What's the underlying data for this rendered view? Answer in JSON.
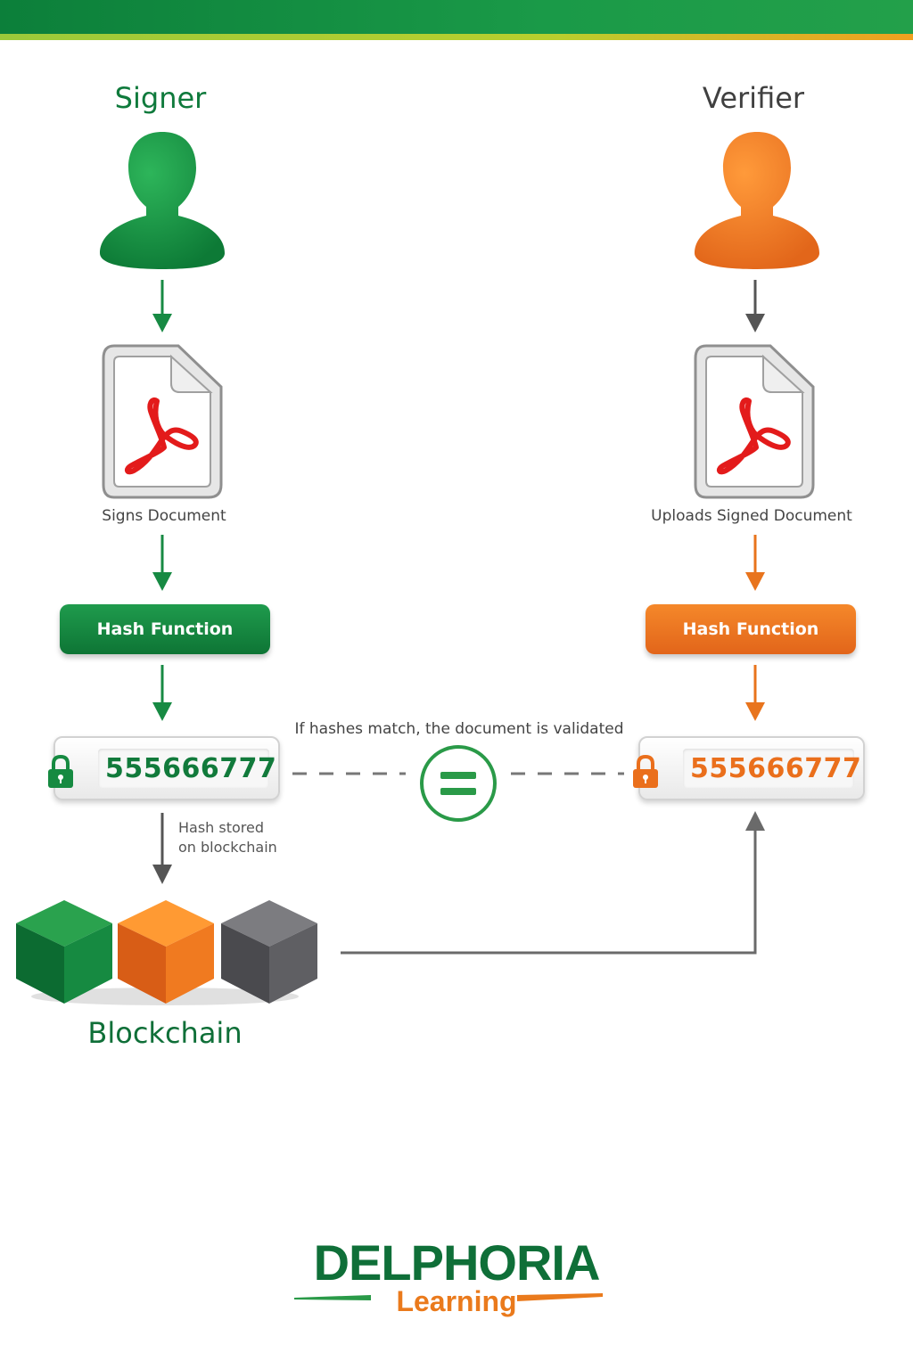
{
  "signer": {
    "title": "Signer",
    "step_caption": "Signs Document",
    "hash_button": "Hash Function",
    "hash_value": "555666777",
    "color": "#0f7a3c"
  },
  "verifier": {
    "title": "Verifier",
    "step_caption": "Uploads Signed Document",
    "hash_button": "Hash Function",
    "hash_value": "555666777",
    "color": "#ea6f1c"
  },
  "comparison": {
    "caption": "If hashes match, the document is validated",
    "icon": "equals-icon"
  },
  "blockchain": {
    "label": "Blockchain",
    "stored_caption_line1": "Hash stored",
    "stored_caption_line2": "on blockchain",
    "block_colors": [
      "#1a8f45",
      "#f07a20",
      "#5f5f63"
    ]
  },
  "brand": {
    "name": "DELPHORIA",
    "tagline": "Learning"
  },
  "icons": [
    "person-icon",
    "pdf-document-icon",
    "lock-icon",
    "equals-icon",
    "cube-icon",
    "arrow-down-icon",
    "arrow-up-icon"
  ]
}
